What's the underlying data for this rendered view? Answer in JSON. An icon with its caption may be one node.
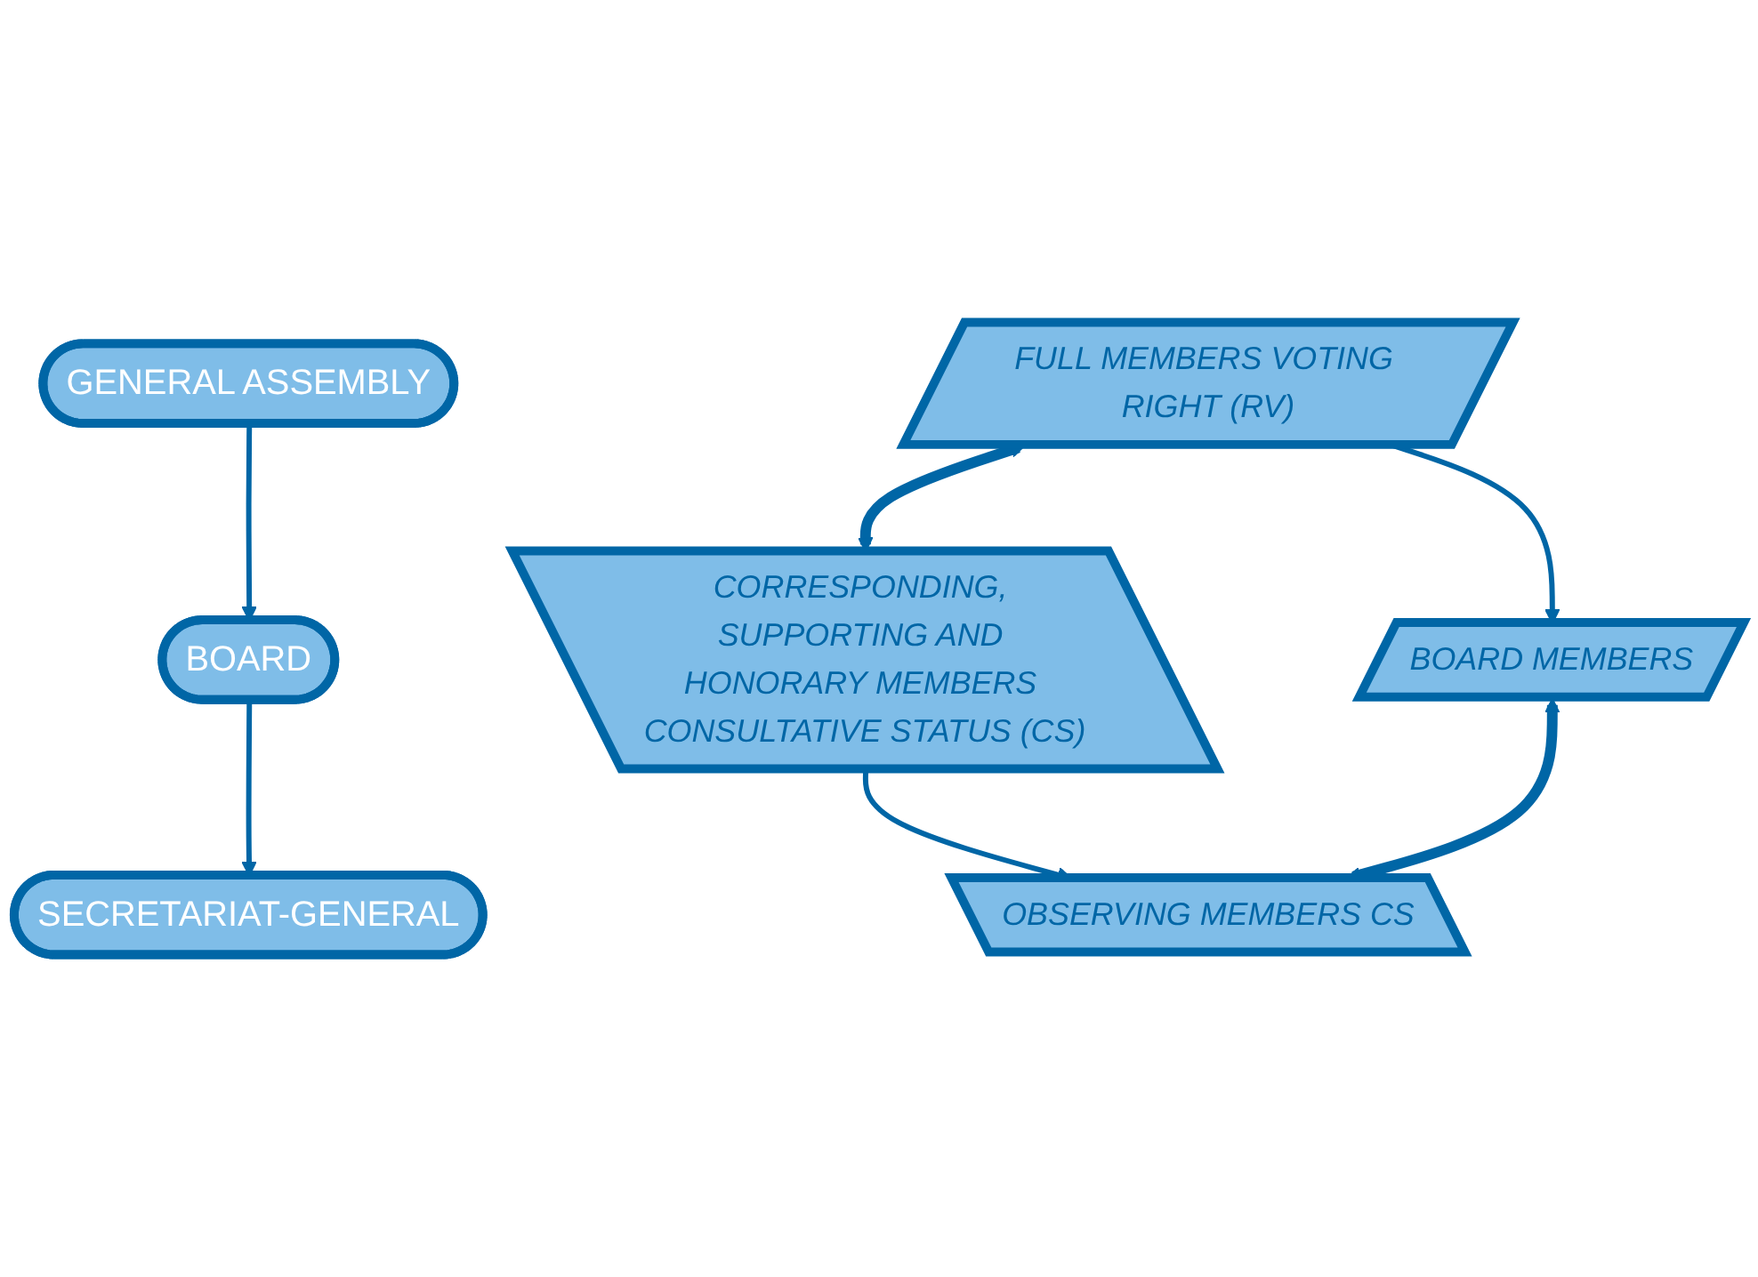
{
  "diagram": {
    "nodes": [
      {
        "text": [
          "GENERAL ASSEMBLY"
        ]
      },
      {
        "text": [
          "FULL MEMBERS VOTING RIGHT (RV)"
        ]
      },
      {
        "text": [
          "CORRESPONDING, SUPPORTING AND HONORARY MEMBERS CONSULTATIVE STATUS (CS)"
        ]
      },
      {
        "text": [
          "BOARD"
        ]
      },
      {
        "text": [
          "BOARD MEMBERS"
        ]
      },
      {
        "text": [
          "OBSERVING MEMBERS CS"
        ]
      },
      {
        "text": [
          "SECRETARIAT-GENERAL"
        ]
      }
    ],
    "edges": [
      {
        "from": 0,
        "to": 3,
        "arrow": "to"
      },
      {
        "from": 1,
        "to": 2,
        "arrow": "both",
        "style": "thick"
      },
      {
        "from": 1,
        "to": 4,
        "arrow": "to"
      },
      {
        "from": 2,
        "to": 5,
        "arrow": "to"
      },
      {
        "from": 3,
        "to": 6,
        "arrow": "to"
      },
      {
        "from": 4,
        "to": 5,
        "arrow": "both",
        "style": "thick"
      }
    ]
  }
}
